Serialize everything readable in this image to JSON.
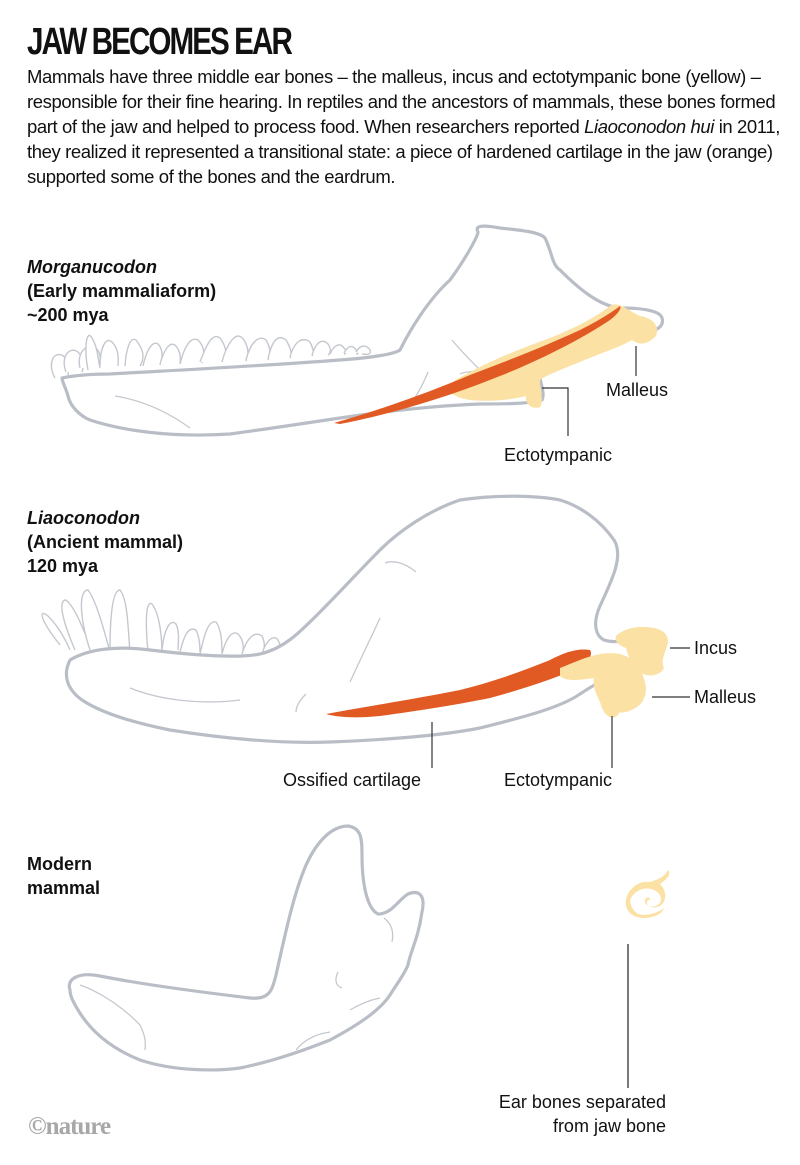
{
  "title": "JAW BECOMES EAR",
  "intro": {
    "part1": "Mammals have three middle ear bones – the malleus, incus and ectotympanic bone (yellow) – responsible for their fine hearing. In reptiles and the ancestors of mammals, these bones formed part of the jaw and helped to process food. When researchers reported ",
    "italic": "Liaoconodon hui",
    "part2": " in 2011, they realized it represented a transitional state: a piece of hardened cartilage in the jaw (orange) supported some of the bones and the eardrum."
  },
  "colors": {
    "ear_bones": "#fbe1a4",
    "ossified_cartilage": "#e15a24",
    "jaw_outline": "#b9bec6",
    "credit": "#a8a8a8"
  },
  "panels": [
    {
      "name": "Morganucodon",
      "group": "(Early mammaliaform)",
      "age": "~200 mya",
      "labels": {
        "malleus": "Malleus",
        "ectotympanic": "Ectotympanic"
      }
    },
    {
      "name": "Liaoconodon",
      "group": "(Ancient mammal)",
      "age": "120 mya",
      "labels": {
        "incus": "Incus",
        "malleus": "Malleus",
        "cartilage": "Ossified cartilage",
        "ectotympanic": "Ectotympanic"
      }
    },
    {
      "name": "Modern",
      "group": "mammal",
      "labels": {
        "separated_line1": "Ear bones separated",
        "separated_line2": "from jaw bone"
      }
    }
  ],
  "credit": "©nature"
}
